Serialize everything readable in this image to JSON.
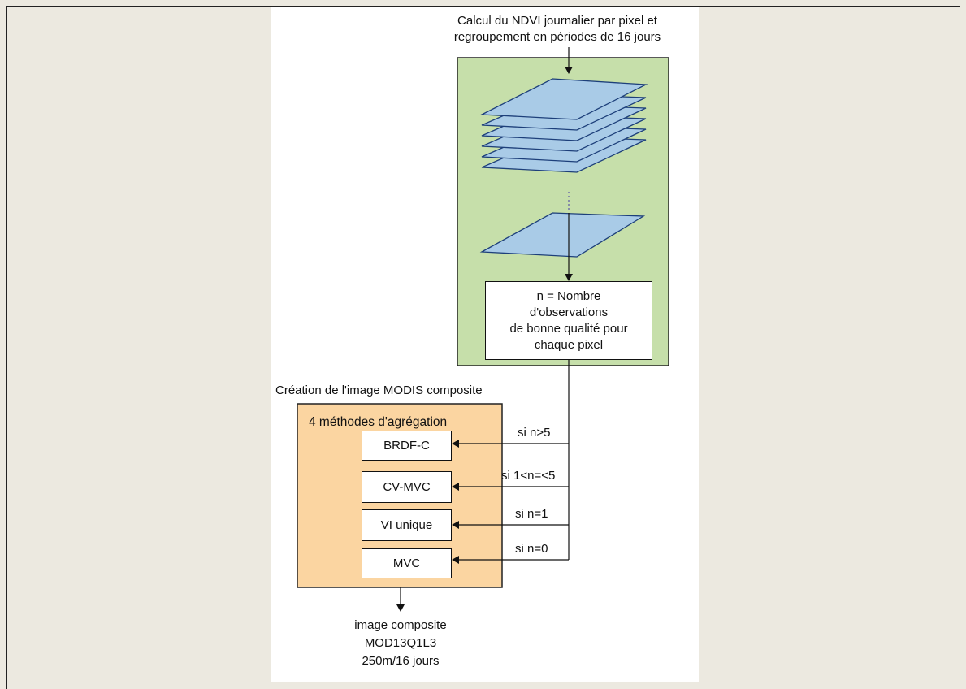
{
  "diagram": {
    "step1_title_line1": "Calcul du NDVI journalier par pixel et",
    "step1_title_line2": "regroupement en périodes de 16 jours",
    "obs_box_line1": "n = Nombre",
    "obs_box_line2": "d'observations",
    "obs_box_line3": "de bonne qualité pour",
    "obs_box_line4": "chaque pixel",
    "composite_title": "Création de l'image MODIS composite",
    "methods_title": "4 méthodes d'agrégation",
    "methods": [
      {
        "label": "BRDF-C",
        "condition": "si n>5"
      },
      {
        "label": "CV-MVC",
        "condition": "si 1<n=<5"
      },
      {
        "label": "VI unique",
        "condition": "si n=1"
      },
      {
        "label": "MVC",
        "condition": "si n=0"
      }
    ],
    "output_line1": "image composite",
    "output_line2": "MOD13Q1L3",
    "output_line3": "250m/16 jours"
  },
  "colors": {
    "green_panel": "#c6dfaa",
    "orange_panel": "#fbd5a1",
    "layer_fill": "#a9cbe7",
    "layer_stroke": "#1d3f7a",
    "page_background": "#ece9e0"
  }
}
